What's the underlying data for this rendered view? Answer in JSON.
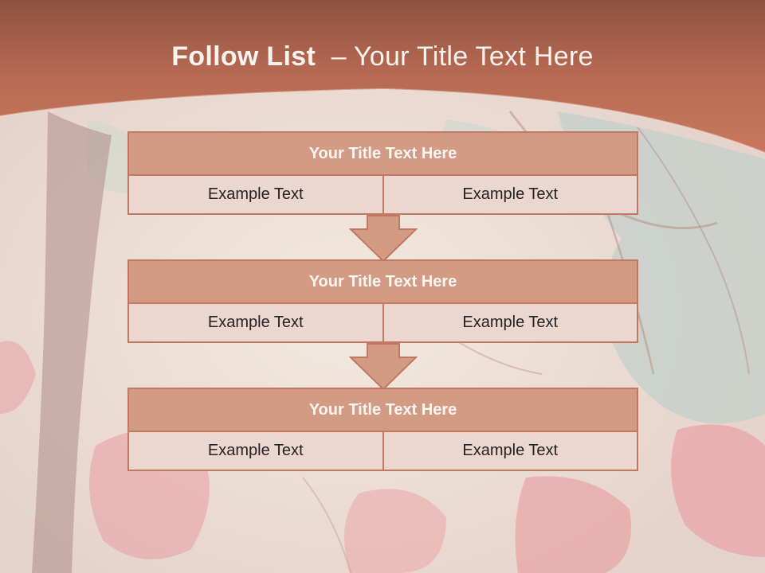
{
  "slide": {
    "title_bold": "Follow List",
    "title_rest": "  – Your Title Text Here"
  },
  "steps": [
    {
      "title": "Your Title Text Here",
      "left": "Example Text",
      "right": "Example Text"
    },
    {
      "title": "Your Title Text Here",
      "left": "Example Text",
      "right": "Example Text"
    },
    {
      "title": "Your Title Text Here",
      "left": "Example Text",
      "right": "Example Text"
    }
  ],
  "colors": {
    "header": "#c0735a",
    "box_title": "#d49b84",
    "box_cell": "#ecd6d0",
    "border": "#c07862"
  }
}
